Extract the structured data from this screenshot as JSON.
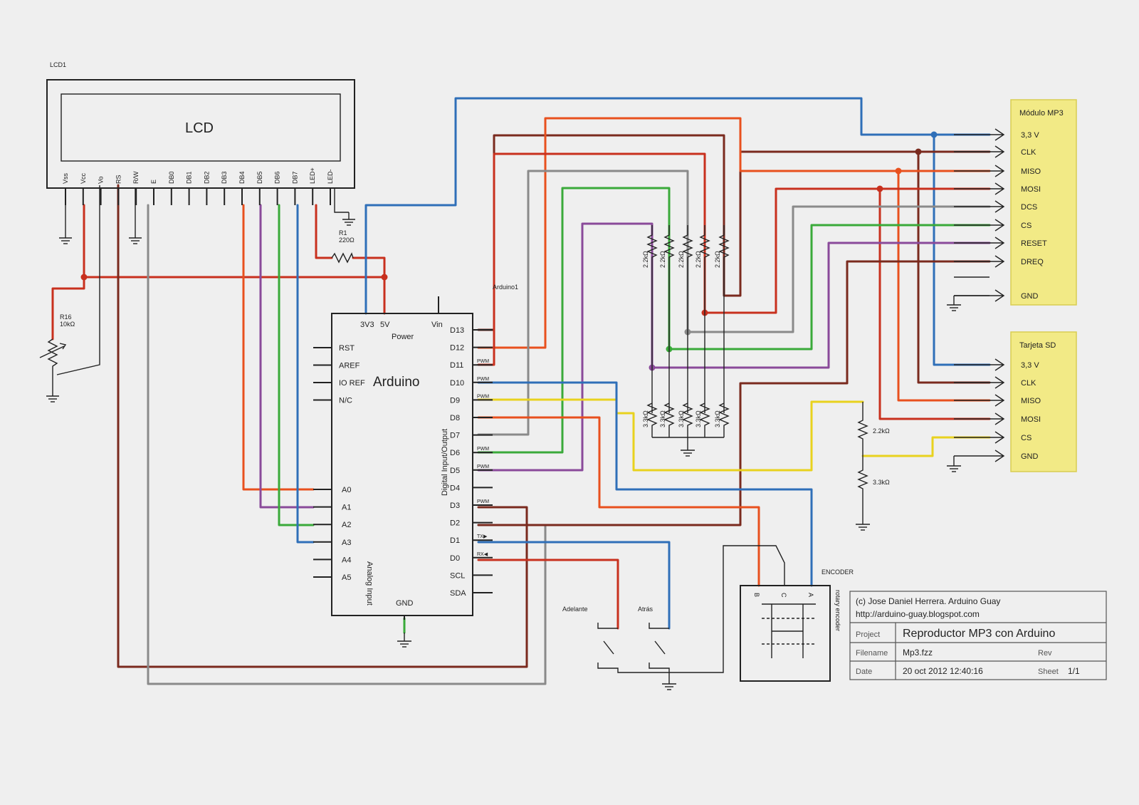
{
  "lcd": {
    "ref": "LCD1",
    "label": "LCD",
    "pins": [
      "Vss",
      "Vcc",
      "Vo",
      "RS",
      "R/W",
      "E",
      "DB0",
      "DB1",
      "DB2",
      "DB3",
      "DB4",
      "DB5",
      "DB6",
      "DB7",
      "LED+",
      "LED-"
    ]
  },
  "r1": {
    "ref": "R1",
    "value": "220Ω"
  },
  "r16": {
    "ref": "R16",
    "value": "10kΩ"
  },
  "arduino": {
    "ref": "Arduino1",
    "title": "Arduino",
    "top_pins": [
      "3V3",
      "5V",
      "Vin"
    ],
    "power_label": "Power",
    "left_pins": [
      "RST",
      "AREF",
      "IO REF",
      "N/C"
    ],
    "analog_pins": [
      "A0",
      "A1",
      "A2",
      "A3",
      "A4",
      "A5"
    ],
    "analog_label": "Analog Input",
    "digital_label": "Digital Input/Output",
    "right_pins": [
      "D13",
      "D12",
      "D11",
      "D10",
      "D9",
      "D8",
      "D7",
      "D6",
      "D5",
      "D4",
      "D3",
      "D2",
      "D1",
      "D0",
      "SCL",
      "SDA"
    ],
    "pwm": "PWM",
    "tx": "TX▶",
    "rx": "RX◀",
    "gnd": "GND"
  },
  "divider_top": [
    "2.2kΩ",
    "2.2kΩ",
    "2.2kΩ",
    "2.2kΩ",
    "2.2kΩ"
  ],
  "divider_bottom": [
    "3.3kΩ",
    "3.3kΩ",
    "3.3kΩ",
    "3.3kΩ",
    "3.3kΩ"
  ],
  "mp3": {
    "title": "Módulo MP3",
    "pins": [
      "3,3 V",
      "CLK",
      "MISO",
      "MOSI",
      "DCS",
      "CS",
      "RESET",
      "DREQ",
      "GND"
    ]
  },
  "sd": {
    "title": "Tarjeta SD",
    "pins": [
      "3,3 V",
      "CLK",
      "MISO",
      "MOSI",
      "CS",
      "GND"
    ],
    "r_top": "2.2kΩ",
    "r_bottom": "3.3kΩ"
  },
  "buttons": {
    "forward": "Adelante",
    "back": "Atrás"
  },
  "encoder": {
    "label": "ENCODER",
    "side": "rotary encoder",
    "pins": [
      "B",
      "C",
      "A"
    ]
  },
  "title_block": {
    "copyright": "(c) Jose Daniel Herrera. Arduino Guay",
    "url": "http://arduino-guay.blogspot.com",
    "project_label": "Project",
    "project": "Reproductor MP3 con Arduino",
    "filename_label": "Filename",
    "filename": "Mp3.fzz",
    "rev_label": "Rev",
    "date_label": "Date",
    "date": "20 oct 2012 12:40:16",
    "sheet_label": "Sheet",
    "sheet": "1/1"
  },
  "colors": {
    "red": "#c8301e",
    "orange": "#e8501e",
    "dark_red": "#7a2a1e",
    "blue": "#2f6fb8",
    "green": "#3aaa3a",
    "purple": "#8a4a9a",
    "grey": "#8a8a8a",
    "yellow": "#e8d21e",
    "module_fill": "#f2ea86"
  }
}
